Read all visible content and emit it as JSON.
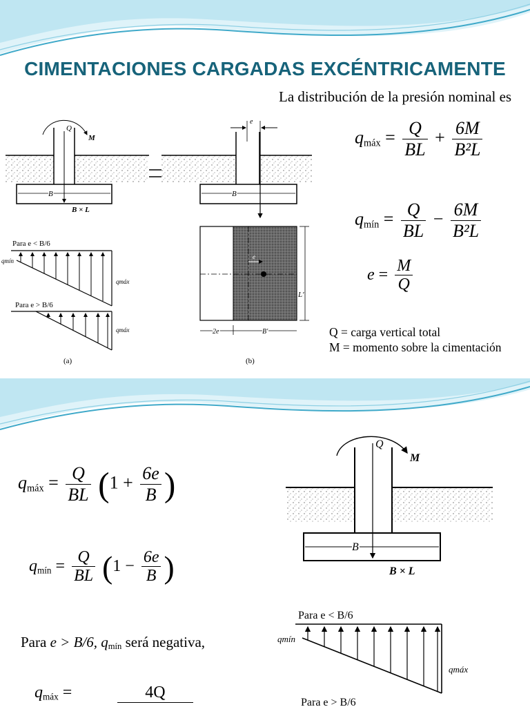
{
  "slide1": {
    "title": "CIMENTACIONES CARGADAS EXCÉNTRICAMENTE",
    "subtitle": "La distribución de la presión nominal es",
    "eq_qmax": {
      "lhs": "q",
      "lhs_sub": "máx",
      "t1_num": "Q",
      "t1_den": "BL",
      "op": "+",
      "t2_num": "6M",
      "t2_den": "B²L"
    },
    "eq_qmin": {
      "lhs": "q",
      "lhs_sub": "mín",
      "t1_num": "Q",
      "t1_den": "BL",
      "op": "−",
      "t2_num": "6M",
      "t2_den": "B²L"
    },
    "eq_e": {
      "lhs": "e",
      "num": "M",
      "den": "Q"
    },
    "def_q": "Q = carga vertical total",
    "def_m": "M = momento sobre la cimentación",
    "fig_a": {
      "caption": "(a)",
      "load": "Q",
      "moment": "M",
      "width": "B",
      "dims": "B × L",
      "case1": "Para e < B/6",
      "case2": "Para e > B/6",
      "qmin": "qmín",
      "qmax": "qmáx",
      "qmax2": "qmáx"
    },
    "fig_b": {
      "caption": "(b)",
      "ecc": "e",
      "width": "B",
      "ecc2": "e",
      "len_eff": "L′",
      "two_e": "2e",
      "width_eff": "B′"
    }
  },
  "slide2": {
    "eq_qmax": {
      "lhs": "q",
      "lhs_sub": "máx",
      "num": "Q",
      "den": "BL",
      "inner_a": "1 +",
      "inner_num": "6e",
      "inner_den": "B"
    },
    "eq_qmin": {
      "lhs": "q",
      "lhs_sub": "mín",
      "num": "Q",
      "den": "BL",
      "inner_a": "1 −",
      "inner_num": "6e",
      "inner_den": "B"
    },
    "para_prefix": "Para",
    "para_cond": "e > B/6,",
    "para_q": "q",
    "para_q_sub": "mín",
    "para_suffix": "será negativa,",
    "eq_partial": {
      "lhs": "q",
      "lhs_sub": "máx",
      "num": "4Q"
    },
    "fig": {
      "load": "Q",
      "moment": "M",
      "width": "B",
      "dims": "B × L",
      "case1": "Para e < B/6",
      "case2": "Para e > B/6",
      "qmin": "qmín",
      "qmax": "qmáx"
    }
  },
  "colors": {
    "title": "#17637a",
    "wave_light": "#bfe6f2",
    "wave_dark": "#3fa9c9"
  }
}
